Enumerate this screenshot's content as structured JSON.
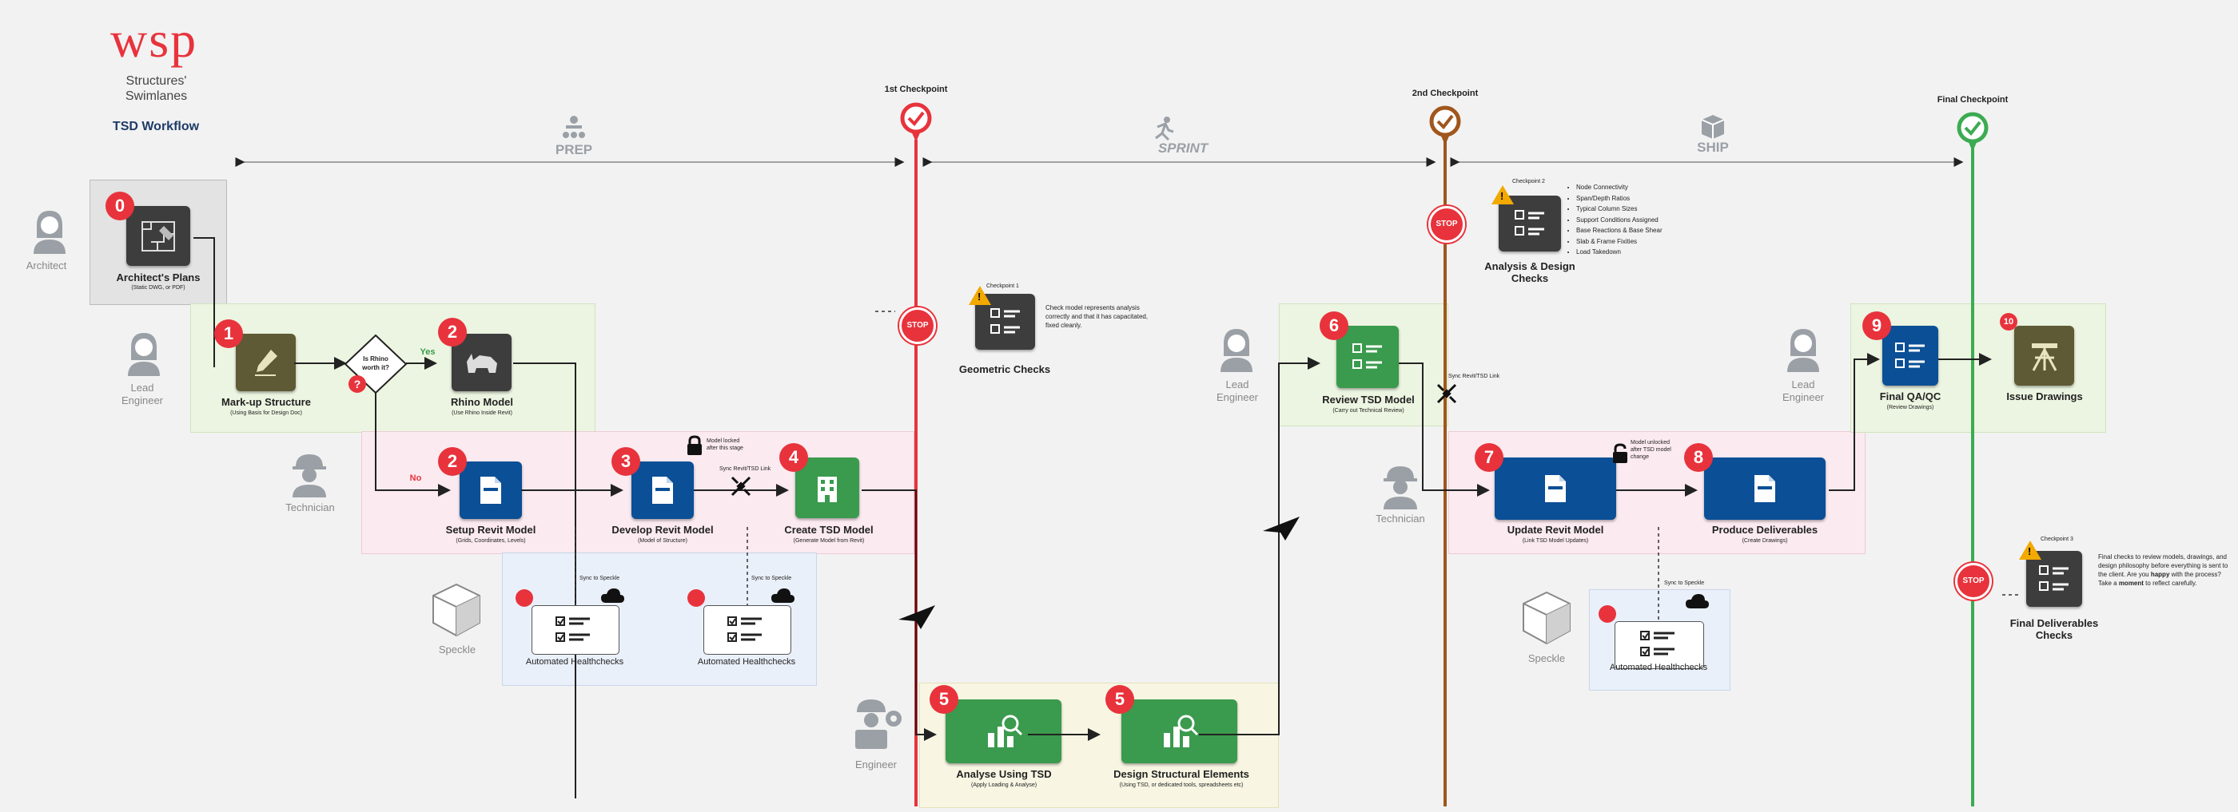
{
  "header": {
    "logo_text": "wsp",
    "subtitle": "Structures' Swimlanes",
    "workflow_title": "TSD Workflow"
  },
  "phases": {
    "prep": "PREP",
    "sprint": "SPRINT",
    "ship": "SHIP"
  },
  "checkpoints": {
    "first": "1st Checkpoint",
    "second": "2nd Checkpoint",
    "final": "Final Checkpoint"
  },
  "roles": {
    "architect": "Architect",
    "lead_engineer": "Lead Engineer",
    "technician": "Technician",
    "engineer": "Engineer",
    "speckle": "Speckle"
  },
  "colors": {
    "dark_tile": "#3d3d3d",
    "olive_tile": "#5e5a35",
    "revit_blue": "#0b4f96",
    "tsd_green": "#3a9a4d",
    "checkpoint_red": "#e8333c",
    "checkpoint_brown": "#a0561c",
    "checkpoint_green": "#3cab52",
    "lane_green": "#ecf5e1",
    "lane_pink": "#fbeaf0",
    "lane_blue": "#eaf0f9",
    "lane_yellow": "#f8f6e3"
  },
  "nodes": {
    "architects_plans": {
      "badge": "0",
      "title": "Architect's Plans",
      "sub": "(Static DWG, or PDF)",
      "icon": "blueprint-icon"
    },
    "markup_structure": {
      "badge": "1",
      "title": "Mark-up Structure",
      "sub": "(Using Basis for Design Doc)",
      "icon": "pencil-icon"
    },
    "rhino_model": {
      "badge": "2",
      "title": "Rhino Model",
      "sub": "(Use Rhino Inside Revit)",
      "icon": "rhino-icon"
    },
    "setup_revit": {
      "badge": "2",
      "title": "Setup Revit Model",
      "sub": "(Grids, Coordinates, Levels)",
      "icon": "revit-file-icon"
    },
    "develop_revit": {
      "badge": "3",
      "title": "Develop Revit Model",
      "sub": "(Model of Structure)",
      "icon": "revit-file-icon"
    },
    "create_tsd": {
      "badge": "4",
      "title": "Create TSD Model",
      "sub": "(Generate Model from Revit)",
      "icon": "building-icon"
    },
    "analyse_tsd": {
      "badge": "5",
      "title": "Analyse Using TSD",
      "sub": "(Apply Loading & Analyse)",
      "icon": "analysis-icon"
    },
    "design_elements": {
      "badge": "5",
      "title": "Design Structural Elements",
      "sub": "(Using TSD, or dedicated tools, spreadsheets etc)",
      "icon": "analysis-icon"
    },
    "review_tsd": {
      "badge": "6",
      "title": "Review TSD Model",
      "sub": "(Carry out Technical Review)",
      "icon": "checklist-icon"
    },
    "update_revit": {
      "badge": "7",
      "title": "Update Revit Model",
      "sub": "(Link TSD Model Updates)",
      "icon": "revit-file-icon"
    },
    "produce_deliverables": {
      "badge": "8",
      "title": "Produce Deliverables",
      "sub": "(Create Drawings)",
      "icon": "revit-file-icon"
    },
    "final_qa": {
      "badge": "9",
      "title": "Final QA/QC",
      "sub": "(Review Drawings)",
      "icon": "checklist-icon"
    },
    "issue_drawings": {
      "badge": "10",
      "title": "Issue Drawings",
      "sub": "",
      "icon": "easel-icon"
    }
  },
  "decision": {
    "text": "Is Rhino worth it?",
    "yes": "Yes",
    "no": "No",
    "badge": "?"
  },
  "healthchecks": {
    "label": "Automated Healthchecks",
    "sync": "Sync to Speckle",
    "lock_note": "Model locked after this stage"
  },
  "checks": {
    "geometric": {
      "title": "Geometric Checks",
      "tag": "Checkpoint 1",
      "text": "Check model represents analysis correctly and that it has capacitated, fixed cleanly."
    },
    "analysis_design": {
      "title": "Analysis & Design Checks",
      "tag": "Checkpoint 2",
      "items": [
        "Node Connectivity",
        "Span/Depth Ratios",
        "Typical Column Sizes",
        "Support Conditions Assigned",
        "Base Reactions & Base Shear",
        "Slab & Frame Fixities",
        "Load Takedown"
      ]
    },
    "final_deliverables": {
      "title": "Final Deliverables Checks",
      "tag": "Checkpoint 3",
      "text_a": "Final checks to review models, drawings, and design philosophy before everything is sent to the client. Are you",
      "text_b": "happy",
      "text_c": "with the process? Take a",
      "text_d": "moment",
      "text_e": "to reflect carefully."
    }
  },
  "stop_label": "STOP",
  "sync_tsd_label": "Sync Revit/TSD Link",
  "lock_note_2": "Model unlocked after TSD model change"
}
